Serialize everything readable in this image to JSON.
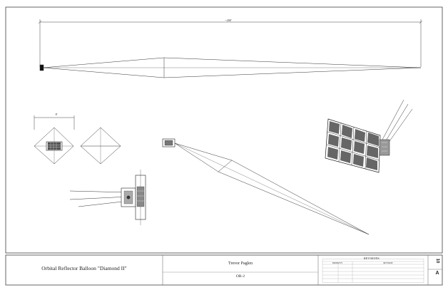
{
  "drawing": {
    "overall_dimension": "~200'",
    "small_dimension": "8'"
  },
  "title_block": {
    "title": "Orbital Reflector Balloon \"Diamond II\"",
    "author": "Trevor Paglen",
    "drawing_number": "OR-2",
    "revisions": {
      "heading": "REVISIONS",
      "columns": [
        "DD/MM/YY",
        "REVISION"
      ]
    },
    "sheet_code": "A",
    "sheet_number": "10"
  }
}
